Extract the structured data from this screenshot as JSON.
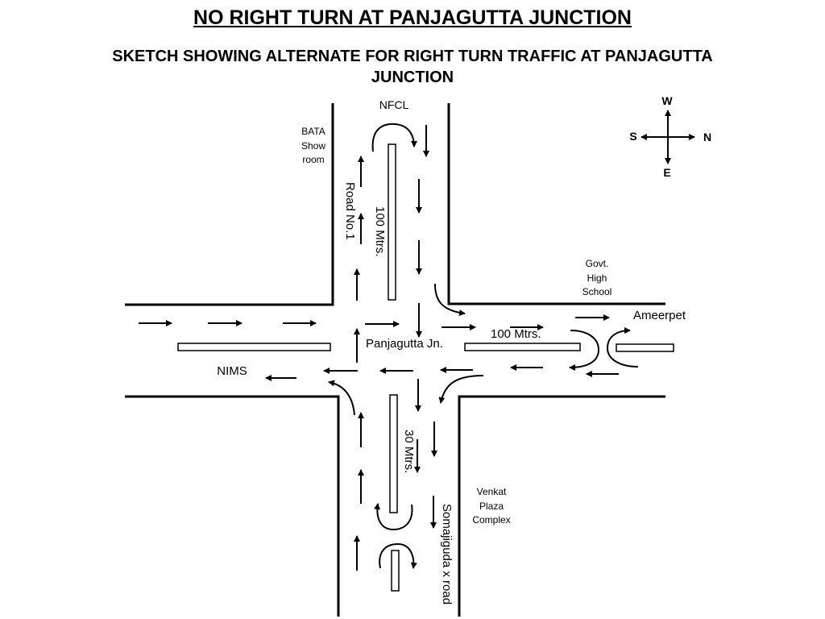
{
  "title": "NO RIGHT TURN AT PANJAGUTTA JUNCTION",
  "subtitle": "SKETCH SHOWING ALTERNATE FOR RIGHT TURN TRAFFIC AT PANJAGUTTA JUNCTION",
  "compass": {
    "top": "W",
    "left": "S",
    "right": "N",
    "bottom": "E"
  },
  "places": {
    "nfcl": "NFCL",
    "bata": [
      "BATA",
      "Show",
      "room"
    ],
    "govt": [
      "Govt.",
      "High",
      "School"
    ],
    "ameerpet": "Ameerpet",
    "nims": "NIMS",
    "junction": "Panjagutta Jn.",
    "venkat": [
      "Venkat",
      "Plaza",
      "Complex"
    ]
  },
  "roads": {
    "road_no1": "Road No.1",
    "north_distance": "100 Mtrs.",
    "east_distance": "100 Mtrs.",
    "south_distance": "30 Mtrs.",
    "somajiguda": "Somajiguda x road"
  }
}
